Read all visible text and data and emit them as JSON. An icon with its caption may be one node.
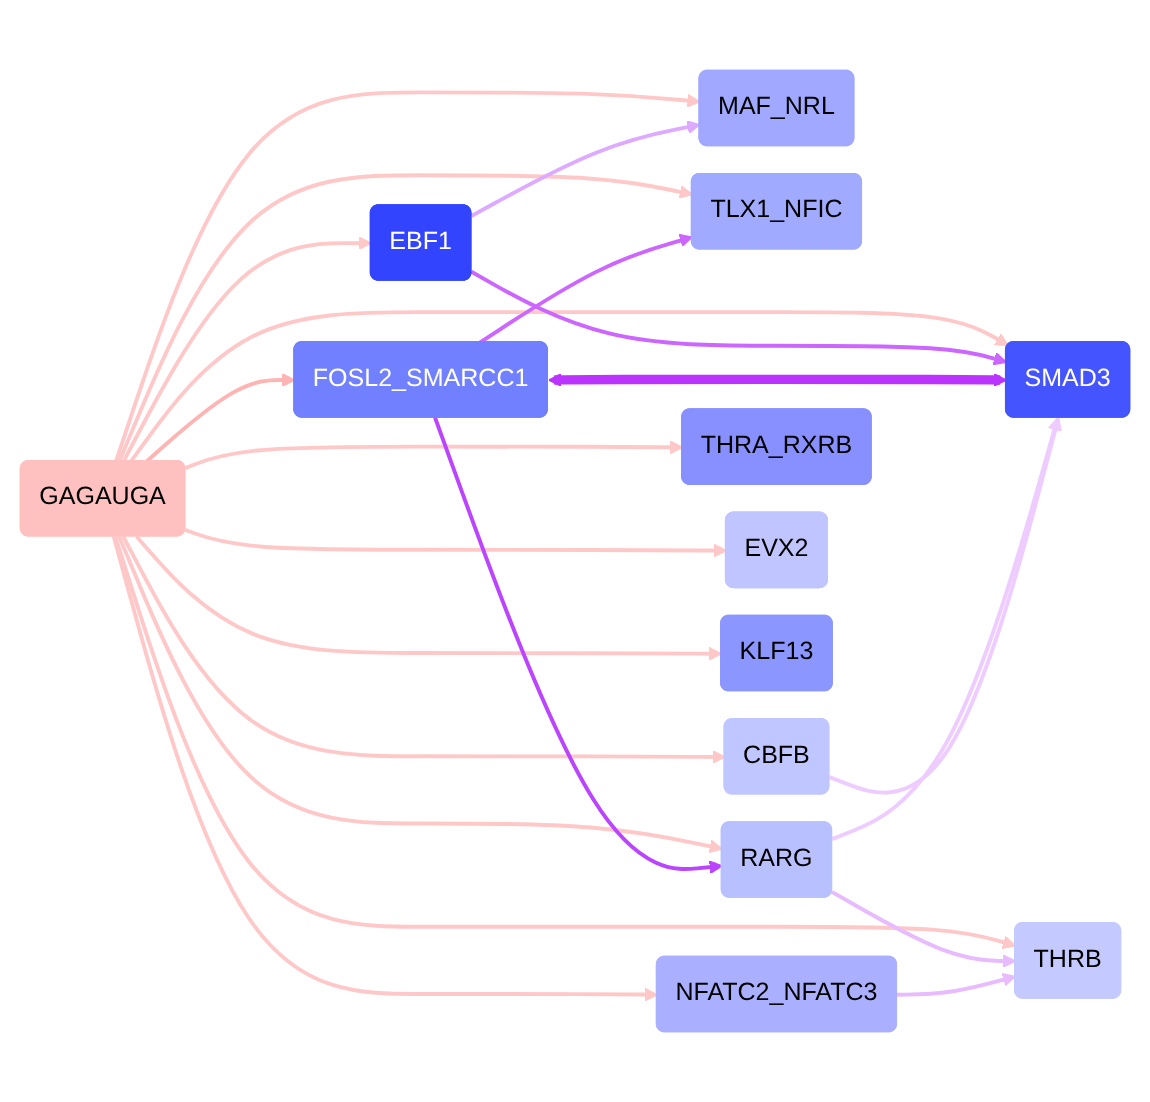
{
  "diagram": {
    "nodes": [
      {
        "text": [
          "FOSL2_SMARCC1"
        ]
      },
      {
        "text": [
          "MAF_NRL"
        ]
      },
      {
        "text": [
          "TLX1_NFIC"
        ]
      },
      {
        "text": [
          "SMAD3"
        ]
      },
      {
        "text": [
          "RARG"
        ]
      },
      {
        "text": [
          "EBF1"
        ]
      },
      {
        "text": [
          "GAGAUGA"
        ]
      },
      {
        "text": [
          "THRB"
        ]
      },
      {
        "text": [
          "CBFB"
        ]
      },
      {
        "text": [
          "THRA_RXRB"
        ]
      },
      {
        "text": [
          "EVX2"
        ]
      },
      {
        "text": [
          "KLF13"
        ]
      },
      {
        "text": [
          "NFATC2_NFATC3"
        ]
      }
    ],
    "edges": [
      {
        "from": 6,
        "to": 5,
        "arrow": "to"
      },
      {
        "from": 6,
        "to": 0,
        "arrow": "to",
        "color": "#ffb4b4"
      },
      {
        "from": 6,
        "to": 1,
        "arrow": "to"
      },
      {
        "from": 6,
        "to": 2,
        "arrow": "to"
      },
      {
        "from": 6,
        "to": 3,
        "arrow": "to"
      },
      {
        "from": 6,
        "to": 4,
        "arrow": "to"
      },
      {
        "from": 6,
        "to": 7,
        "arrow": "to"
      },
      {
        "from": 6,
        "to": 8,
        "arrow": "to"
      },
      {
        "from": 6,
        "to": 12,
        "arrow": "to"
      },
      {
        "from": 6,
        "to": 9,
        "arrow": "to"
      },
      {
        "from": 6,
        "to": 10,
        "arrow": "to"
      },
      {
        "from": 6,
        "to": 11,
        "arrow": "to"
      },
      {
        "from": 5,
        "to": 1,
        "arrow": "to",
        "color": "#ddaaff"
      },
      {
        "from": 5,
        "to": 3,
        "arrow": "to",
        "color": "#cc66ff"
      },
      {
        "from": 0,
        "to": 2,
        "arrow": "to",
        "color": "#cc66ff"
      },
      {
        "from": 0,
        "to": 4,
        "arrow": "to",
        "color": "#bb44ff"
      },
      {
        "from": 0,
        "to": 3,
        "arrow": "both",
        "style": "thick",
        "color": "#bb33ff"
      },
      {
        "from": 4,
        "to": 3,
        "arrow": "to",
        "color": "#eeccff"
      },
      {
        "from": 8,
        "to": 3,
        "arrow": "to",
        "color": "#eeccff"
      },
      {
        "from": 4,
        "to": 7,
        "arrow": "to",
        "color": "#e8bbff"
      },
      {
        "from": 12,
        "to": 7,
        "arrow": "to",
        "color": "#e8bbff"
      }
    ]
  }
}
